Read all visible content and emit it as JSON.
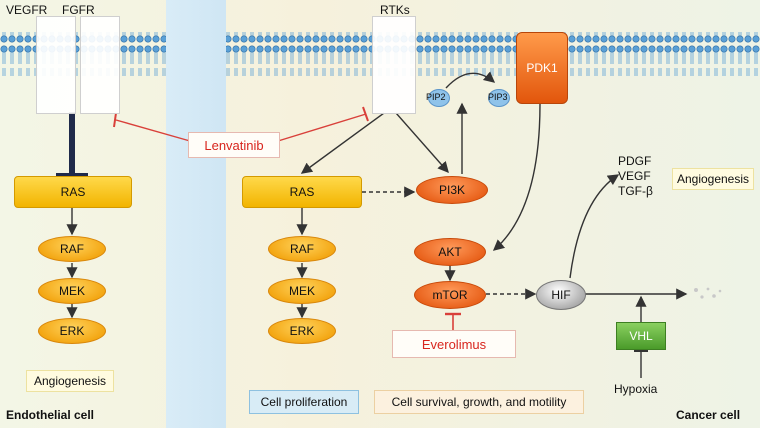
{
  "labels": {
    "vegfr": "VEGFR",
    "fgfr": "FGFR",
    "rtks": "RTKs",
    "pip2": "PIP2",
    "pip3": "PIP3",
    "pdk1": "PDK1",
    "lenvatinib": "Lenvatinib",
    "everolimus": "Everolimus",
    "endothelial_cell": "Endothelial cell",
    "cancer_cell": "Cancer cell",
    "cell_proliferation": "Cell proliferation",
    "cell_survival": "Cell survival, growth, and motility",
    "hypoxia": "Hypoxia",
    "vhl": "VHL",
    "hif": "HIF",
    "pdgf": "PDGF",
    "vegf": "VEGF",
    "tgfb": "TGF-β",
    "angiogenesis_right": "Angiogenesis",
    "angiogenesis_left": "Angiogenesis"
  },
  "endothelial_pathway": {
    "ras": "RAS",
    "raf": "RAF",
    "mek": "MEK",
    "erk": "ERK"
  },
  "cancer_pathway": {
    "ras": "RAS",
    "raf": "RAF",
    "mek": "MEK",
    "erk": "ERK",
    "pi3k": "PI3K",
    "akt": "AKT",
    "mtor": "mTOR"
  },
  "colors": {
    "drug_text": "#d8261e",
    "inhibitor_line": "#d9403a",
    "pathway_yellow": "#f2b400",
    "pathway_orange": "#e65b14",
    "vhl_green": "#4a9b2a",
    "membrane_blue": "#4a8fc7"
  }
}
